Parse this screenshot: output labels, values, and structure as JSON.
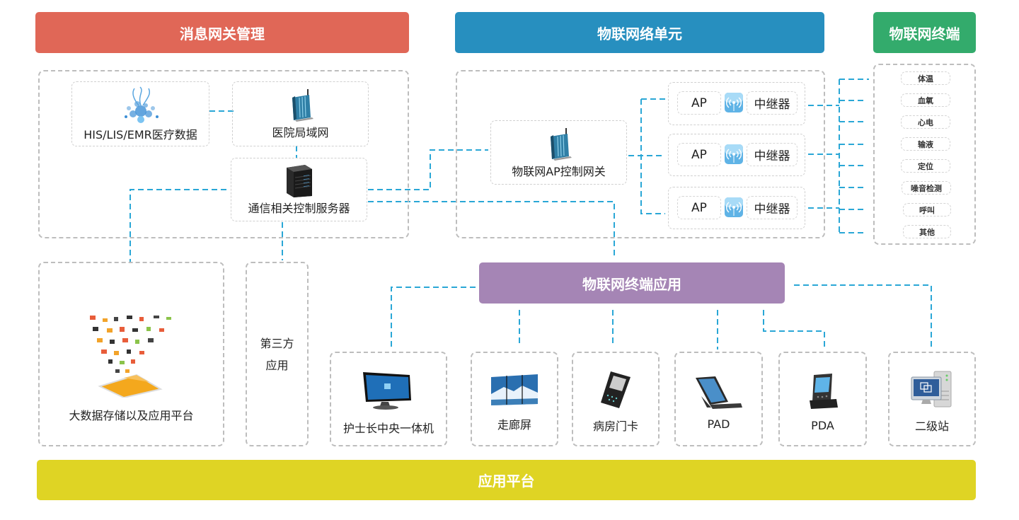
{
  "colors": {
    "gateway_red": "#e06757",
    "iot_blue": "#278fbf",
    "terminal_green": "#33ab6c",
    "app_purple": "#a585b5",
    "platform_yellow": "#dfd424",
    "line_blue": "#2aa7d6",
    "border_gray": "#bdbdbd"
  },
  "banners": {
    "gateway": "消息网关管理",
    "iot_unit": "物联网络单元",
    "iot_terminal": "物联网终端",
    "iot_app": "物联网终端应用",
    "platform": "应用平台"
  },
  "gateway_section": {
    "his": {
      "label": "HIS/LIS/EMR医疗数据",
      "icon": "data-splash-icon"
    },
    "lan": {
      "label": "医院局域网",
      "icon": "router-icon"
    },
    "server": {
      "label": "通信相关控制服务器",
      "icon": "server-icon"
    }
  },
  "iot_unit_section": {
    "gateway": {
      "label": "物联网AP控制网关",
      "icon": "router-icon"
    },
    "ap_groups": [
      {
        "ap": "AP",
        "repeater": "中继器",
        "icon": "wifi-signal-icon"
      },
      {
        "ap": "AP",
        "repeater": "中继器",
        "icon": "wifi-signal-icon"
      },
      {
        "ap": "AP",
        "repeater": "中继器",
        "icon": "wifi-signal-icon"
      }
    ]
  },
  "terminals": [
    "体温",
    "血氧",
    "心电",
    "输液",
    "定位",
    "噪音检测",
    "呼叫",
    "其他"
  ],
  "bigdata": {
    "label": "大数据存储以及应用平台",
    "icon": "bigdata-tablet-icon"
  },
  "third_party": {
    "line1": "第三方",
    "line2": "应用"
  },
  "devices": [
    {
      "label": "护士长中央一体机",
      "icon": "all-in-one-pc-icon"
    },
    {
      "label": "走廊屏",
      "icon": "video-wall-icon"
    },
    {
      "label": "病房门卡",
      "icon": "door-card-icon"
    },
    {
      "label": "PAD",
      "icon": "tablet-icon"
    },
    {
      "label": "PDA",
      "icon": "pda-icon"
    },
    {
      "label": "二级站",
      "icon": "workstation-icon"
    }
  ]
}
